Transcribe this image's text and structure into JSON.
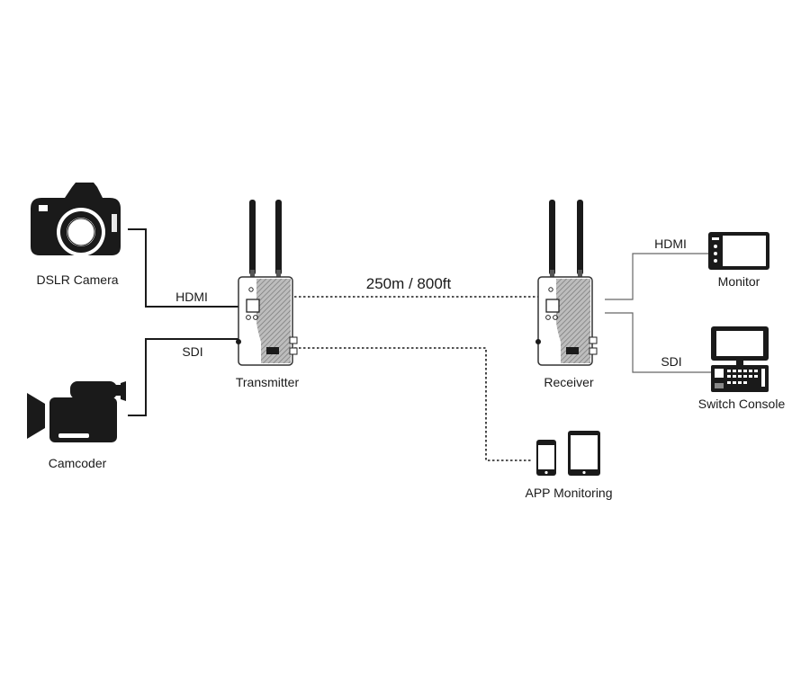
{
  "distance_label": "250m / 800ft",
  "devices": {
    "dslr": "DSLR Camera",
    "camcoder": "Camcoder",
    "transmitter": "Transmitter",
    "receiver": "Receiver",
    "monitor": "Monitor",
    "switch_console": "Switch Console",
    "app": "APP Monitoring"
  },
  "links": {
    "tx_hdmi": "HDMI",
    "tx_sdi": "SDI",
    "rx_hdmi": "HDMI",
    "rx_sdi": "SDI"
  },
  "colors": {
    "ink": "#1a1a1a",
    "line": "#555555",
    "hatch": "#9a9a9a"
  }
}
